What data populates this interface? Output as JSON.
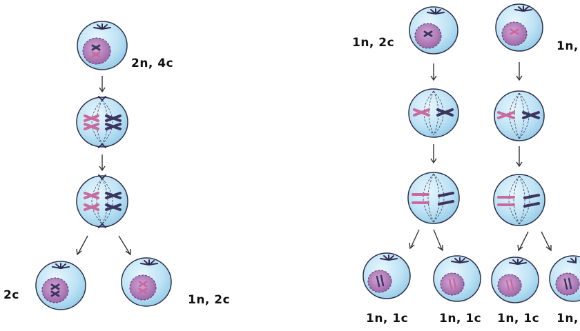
{
  "colors": {
    "cell_fill": "#bfe3f5",
    "cell_stroke": "#2b2f4a",
    "nucleus_fill": "#b07ab6",
    "maternal_chromosome": "#c86a9e",
    "paternal_chromosome": "#3b3560",
    "centrosome": "#2f2a50"
  },
  "labels": {
    "parent": "2n, 4c",
    "daughter_left": "2c",
    "daughter_right": "1n, 2c",
    "meiosis2_left_start": "1n, 2c",
    "meiosis2_right_start": "1n,",
    "gamete_1": "1n, 1c",
    "gamete_2": "1n, 1c",
    "gamete_3": "1n, 1c",
    "gamete_4": "1n,"
  },
  "icons": {
    "arrow": "down-arrow-icon",
    "centrosome": "centrosome-icon"
  }
}
